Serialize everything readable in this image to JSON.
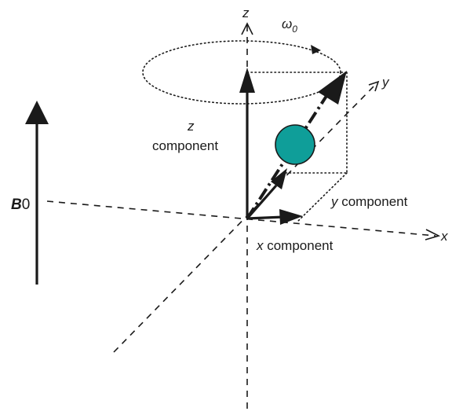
{
  "diagram": {
    "axes": {
      "x": "x",
      "y": "y",
      "z": "z"
    },
    "field_label": {
      "symbol": "B",
      "subscript": "0"
    },
    "precession_label": {
      "symbol": "ω",
      "subscript": "0"
    },
    "labels": {
      "z_component_italic": "z",
      "z_component_word": "component",
      "y_component_italic": "y",
      "y_component_word": " component",
      "x_component_italic": "x",
      "x_component_word": " component"
    },
    "colors": {
      "line": "#1a1a1a",
      "spin_sphere_fill": "#0f9e99",
      "spin_sphere_stroke": "#1a1a1a",
      "background": "#ffffff"
    }
  }
}
